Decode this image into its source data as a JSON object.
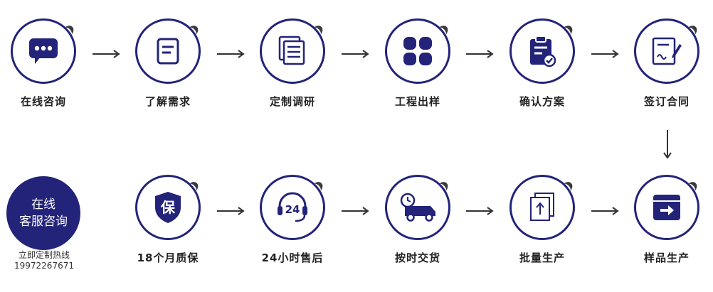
{
  "top_row": [
    {
      "label": "在线咨询",
      "icon": "chat-bubble-icon"
    },
    {
      "label": "了解需求",
      "icon": "document-icon"
    },
    {
      "label": "定制调研",
      "icon": "stacked-documents-icon"
    },
    {
      "label": "工程出样",
      "icon": "grid-blocks-icon"
    },
    {
      "label": "确认方案",
      "icon": "clipboard-check-icon"
    },
    {
      "label": "签订合同",
      "icon": "contract-pen-icon"
    }
  ],
  "bottom_row": [
    {
      "label": "18个月质保",
      "icon": "shield-guarantee-icon",
      "icon_text": "保"
    },
    {
      "label": "24小时售后",
      "icon": "headset-24-icon",
      "icon_text": "24"
    },
    {
      "label": "按时交货",
      "icon": "delivery-truck-icon"
    },
    {
      "label": "批量生产",
      "icon": "stacked-upload-icon"
    },
    {
      "label": "样品生产",
      "icon": "box-arrow-icon"
    }
  ],
  "service": {
    "line1": "在线",
    "line2": "客服咨询",
    "hotline_label": "立即定制热线",
    "hotline_number": "19972267671"
  },
  "colors": {
    "brand": "#23237a",
    "text": "#222222",
    "notch": "#3b3b3b"
  }
}
